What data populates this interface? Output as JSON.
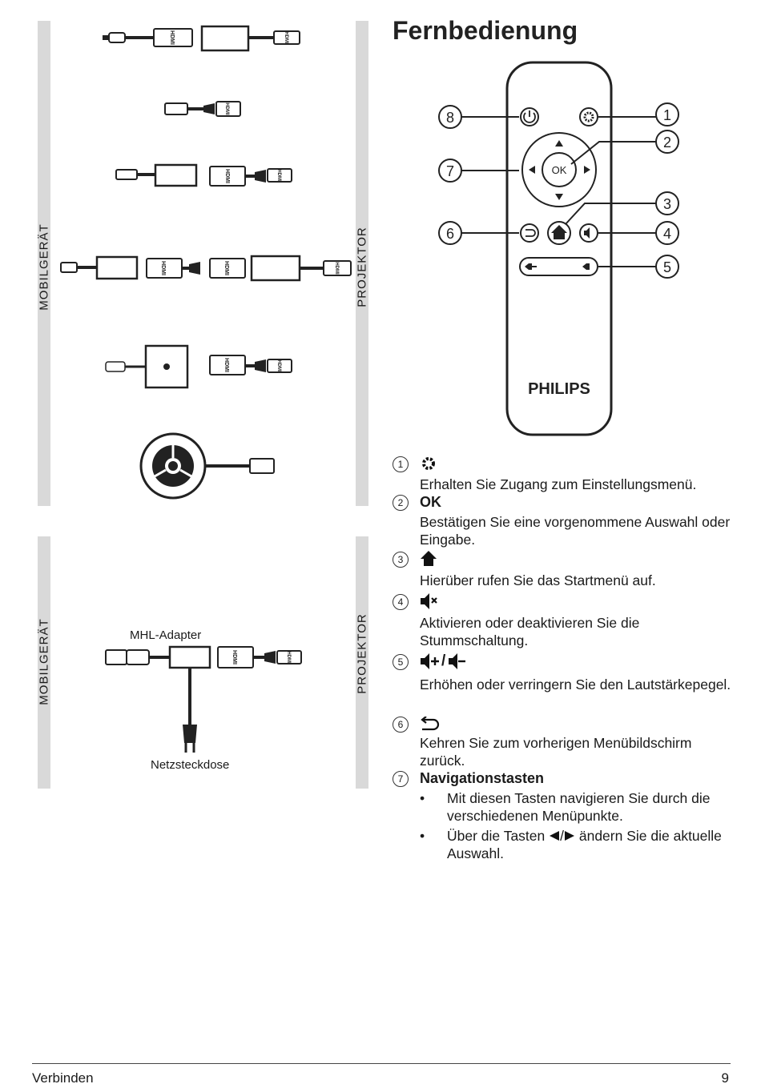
{
  "page": {
    "title": "Fernbedienung",
    "footer_section": "Verbinden",
    "footer_page": "9"
  },
  "side_labels": {
    "mobile_top": "MOBILGERÄT",
    "projector_top": "PROJEKTOR",
    "mobile_bottom": "MOBILGERÄT",
    "projector_bottom": "PROJEKTOR"
  },
  "connection_diagram": {
    "connector_text": "HDMI",
    "mhl_adapter_label": "MHL-Adapter",
    "power_outlet_label": "Netzsteckdose"
  },
  "remote": {
    "brand": "PHILIPS",
    "ok_label": "OK",
    "callouts": [
      "1",
      "2",
      "3",
      "4",
      "5",
      "6",
      "7",
      "8"
    ]
  },
  "items": [
    {
      "num": "1",
      "icon": "gear-icon",
      "heading": "",
      "desc": "Erhalten Sie Zugang zum Einstellungsmenü."
    },
    {
      "num": "2",
      "icon": "",
      "heading": "OK",
      "desc": "Bestätigen Sie eine vorgenommene Auswahl oder Eingabe."
    },
    {
      "num": "3",
      "icon": "home-icon",
      "heading": "",
      "desc": "Hierüber rufen Sie das Startmenü auf."
    },
    {
      "num": "4",
      "icon": "mute-icon",
      "heading": "",
      "desc": "Aktivieren oder deaktivieren Sie die Stummschaltung."
    },
    {
      "num": "5",
      "icon": "volume-up-down-icon",
      "heading": "",
      "separator": "/",
      "desc": "Erhöhen oder verringern Sie den Lautstärkepegel."
    },
    {
      "num": "6",
      "icon": "back-icon",
      "heading": "",
      "desc": "Kehren Sie zum vorherigen Menübildschirm zurück."
    },
    {
      "num": "7",
      "icon": "",
      "heading": "Navigationstasten",
      "bullets": [
        {
          "dot": "•",
          "text": "Mit diesen Tasten navigieren Sie durch die verschiedenen Menüpunkte."
        },
        {
          "dot": "•",
          "text_before": "Über die Tasten ",
          "arrows_separator": "/",
          "text_after": " ändern Sie die aktuelle Auswahl."
        }
      ]
    }
  ]
}
